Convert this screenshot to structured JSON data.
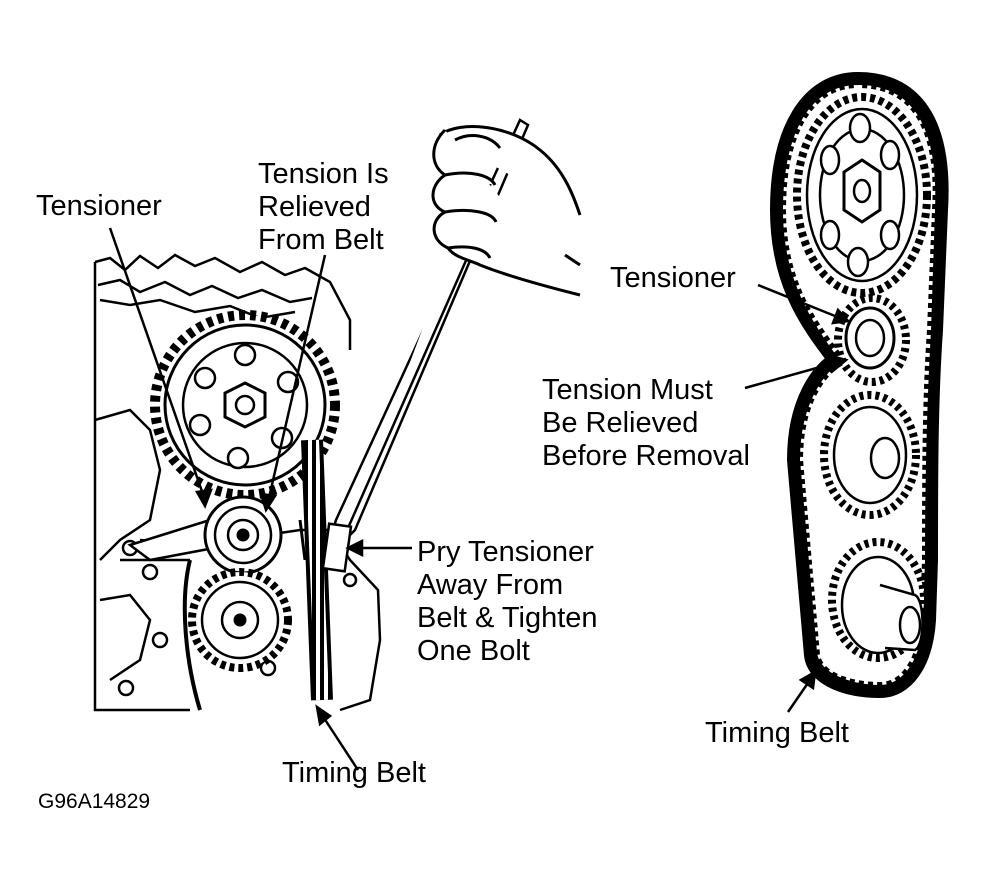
{
  "left_view": {
    "tensioner_label": "Tensioner",
    "relieved_label": [
      "Tension Is",
      "Relieved",
      "From Belt"
    ],
    "pry_label": [
      "Pry Tensioner",
      "Away From",
      "Belt & Tighten",
      "One Bolt"
    ],
    "timing_belt_label": "Timing Belt"
  },
  "right_view": {
    "tensioner_label": "Tensioner",
    "must_relieve_label": [
      "Tension Must",
      "Be Relieved",
      "Before Removal"
    ],
    "timing_belt_label": "Timing Belt"
  },
  "figure_code": "G96A14829"
}
